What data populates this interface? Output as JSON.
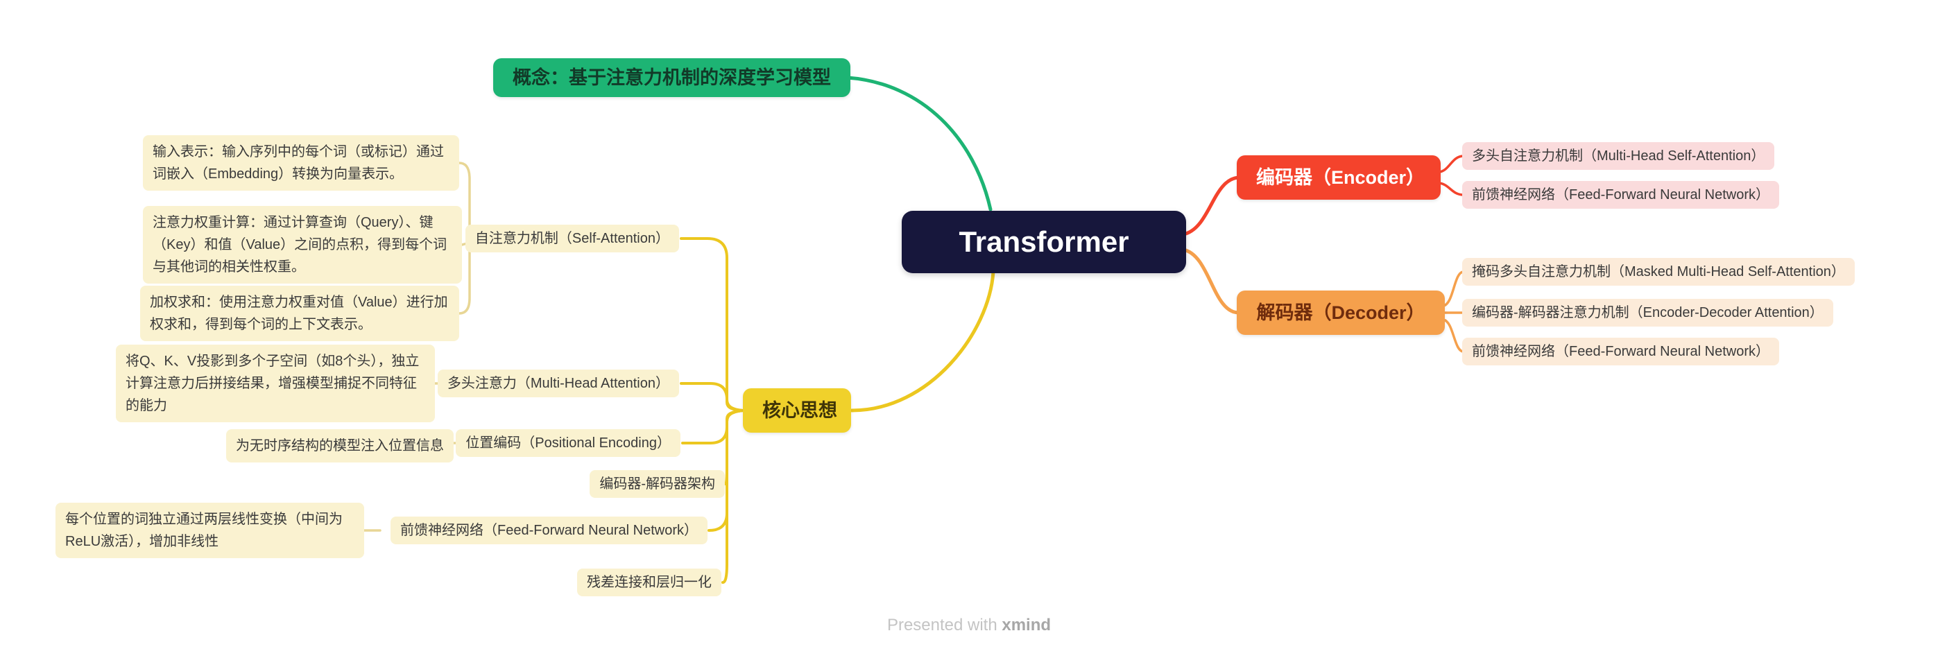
{
  "root": {
    "label": "Transformer"
  },
  "concept": {
    "label": "概念：基于注意力机制的深度学习模型"
  },
  "encoder": {
    "label": "编码器（Encoder）",
    "children": [
      {
        "label": "多头自注意力机制（Multi-Head Self-Attention）"
      },
      {
        "label": "前馈神经网络（Feed-Forward Neural Network）"
      }
    ]
  },
  "decoder": {
    "label": "解码器（Decoder）",
    "children": [
      {
        "label": "掩码多头自注意力机制（Masked Multi-Head Self-Attention）"
      },
      {
        "label": "编码器-解码器注意力机制（Encoder-Decoder Attention）"
      },
      {
        "label": "前馈神经网络（Feed-Forward Neural Network）"
      }
    ]
  },
  "core": {
    "label": "核心思想",
    "children": [
      {
        "label": "自注意力机制（Self-Attention）",
        "details": [
          {
            "label": "输入表示：输入序列中的每个词（或标记）通过词嵌入（Embedding）转换为向量表示。"
          },
          {
            "label": "注意力权重计算：通过计算查询（Query）、键（Key）和值（Value）之间的点积，得到每个词与其他词的相关性权重。"
          },
          {
            "label": "加权求和：使用注意力权重对值（Value）进行加权求和，得到每个词的上下文表示。"
          }
        ]
      },
      {
        "label": "多头注意力（Multi-Head Attention）",
        "details": [
          {
            "label": "将Q、K、V投影到多个子空间（如8个头），独立计算注意力后拼接结果，增强模型捕捉不同特征的能力"
          }
        ]
      },
      {
        "label": "位置编码（Positional Encoding）",
        "details": [
          {
            "label": "为无时序结构的模型注入位置信息"
          }
        ]
      },
      {
        "label": "编码器-解码器架构",
        "details": []
      },
      {
        "label": "前馈神经网络（Feed-Forward Neural Network）",
        "details": [
          {
            "label": "每个位置的词独立通过两层线性变换（中间为ReLU激活），增加非线性"
          }
        ]
      },
      {
        "label": "残差连接和层归一化",
        "details": []
      }
    ]
  },
  "footer": {
    "prefix": "Presented with ",
    "brand": "xmind"
  },
  "colors": {
    "root_bg": "#17173c",
    "concept_green": "#1db474",
    "encoder_red": "#f4432c",
    "decoder_orange": "#f5a04c",
    "core_yellow": "#f0d12b",
    "encoder_child_bg": "#fadbdc",
    "decoder_child_bg": "#fcebd9",
    "core_child_bg": "#faf2d0"
  }
}
